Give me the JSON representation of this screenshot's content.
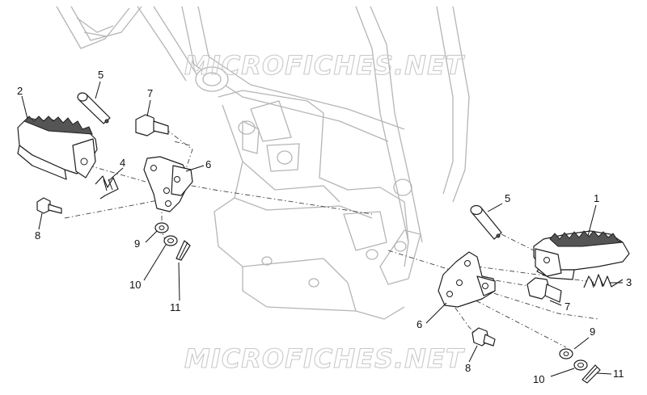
{
  "watermarks": [
    "MICROFICHES.NET",
    "MICROFICHES.NET"
  ],
  "callouts": {
    "c1": "1",
    "c2": "2",
    "c3": "3",
    "c4": "4",
    "c5a": "5",
    "c5b": "5",
    "c6a": "6",
    "c6b": "6",
    "c7a": "7",
    "c7b": "7",
    "c8a": "8",
    "c8b": "8",
    "c9a": "9",
    "c9b": "9",
    "c10a": "10",
    "c10b": "10",
    "c11a": "11",
    "c11b": "11"
  }
}
